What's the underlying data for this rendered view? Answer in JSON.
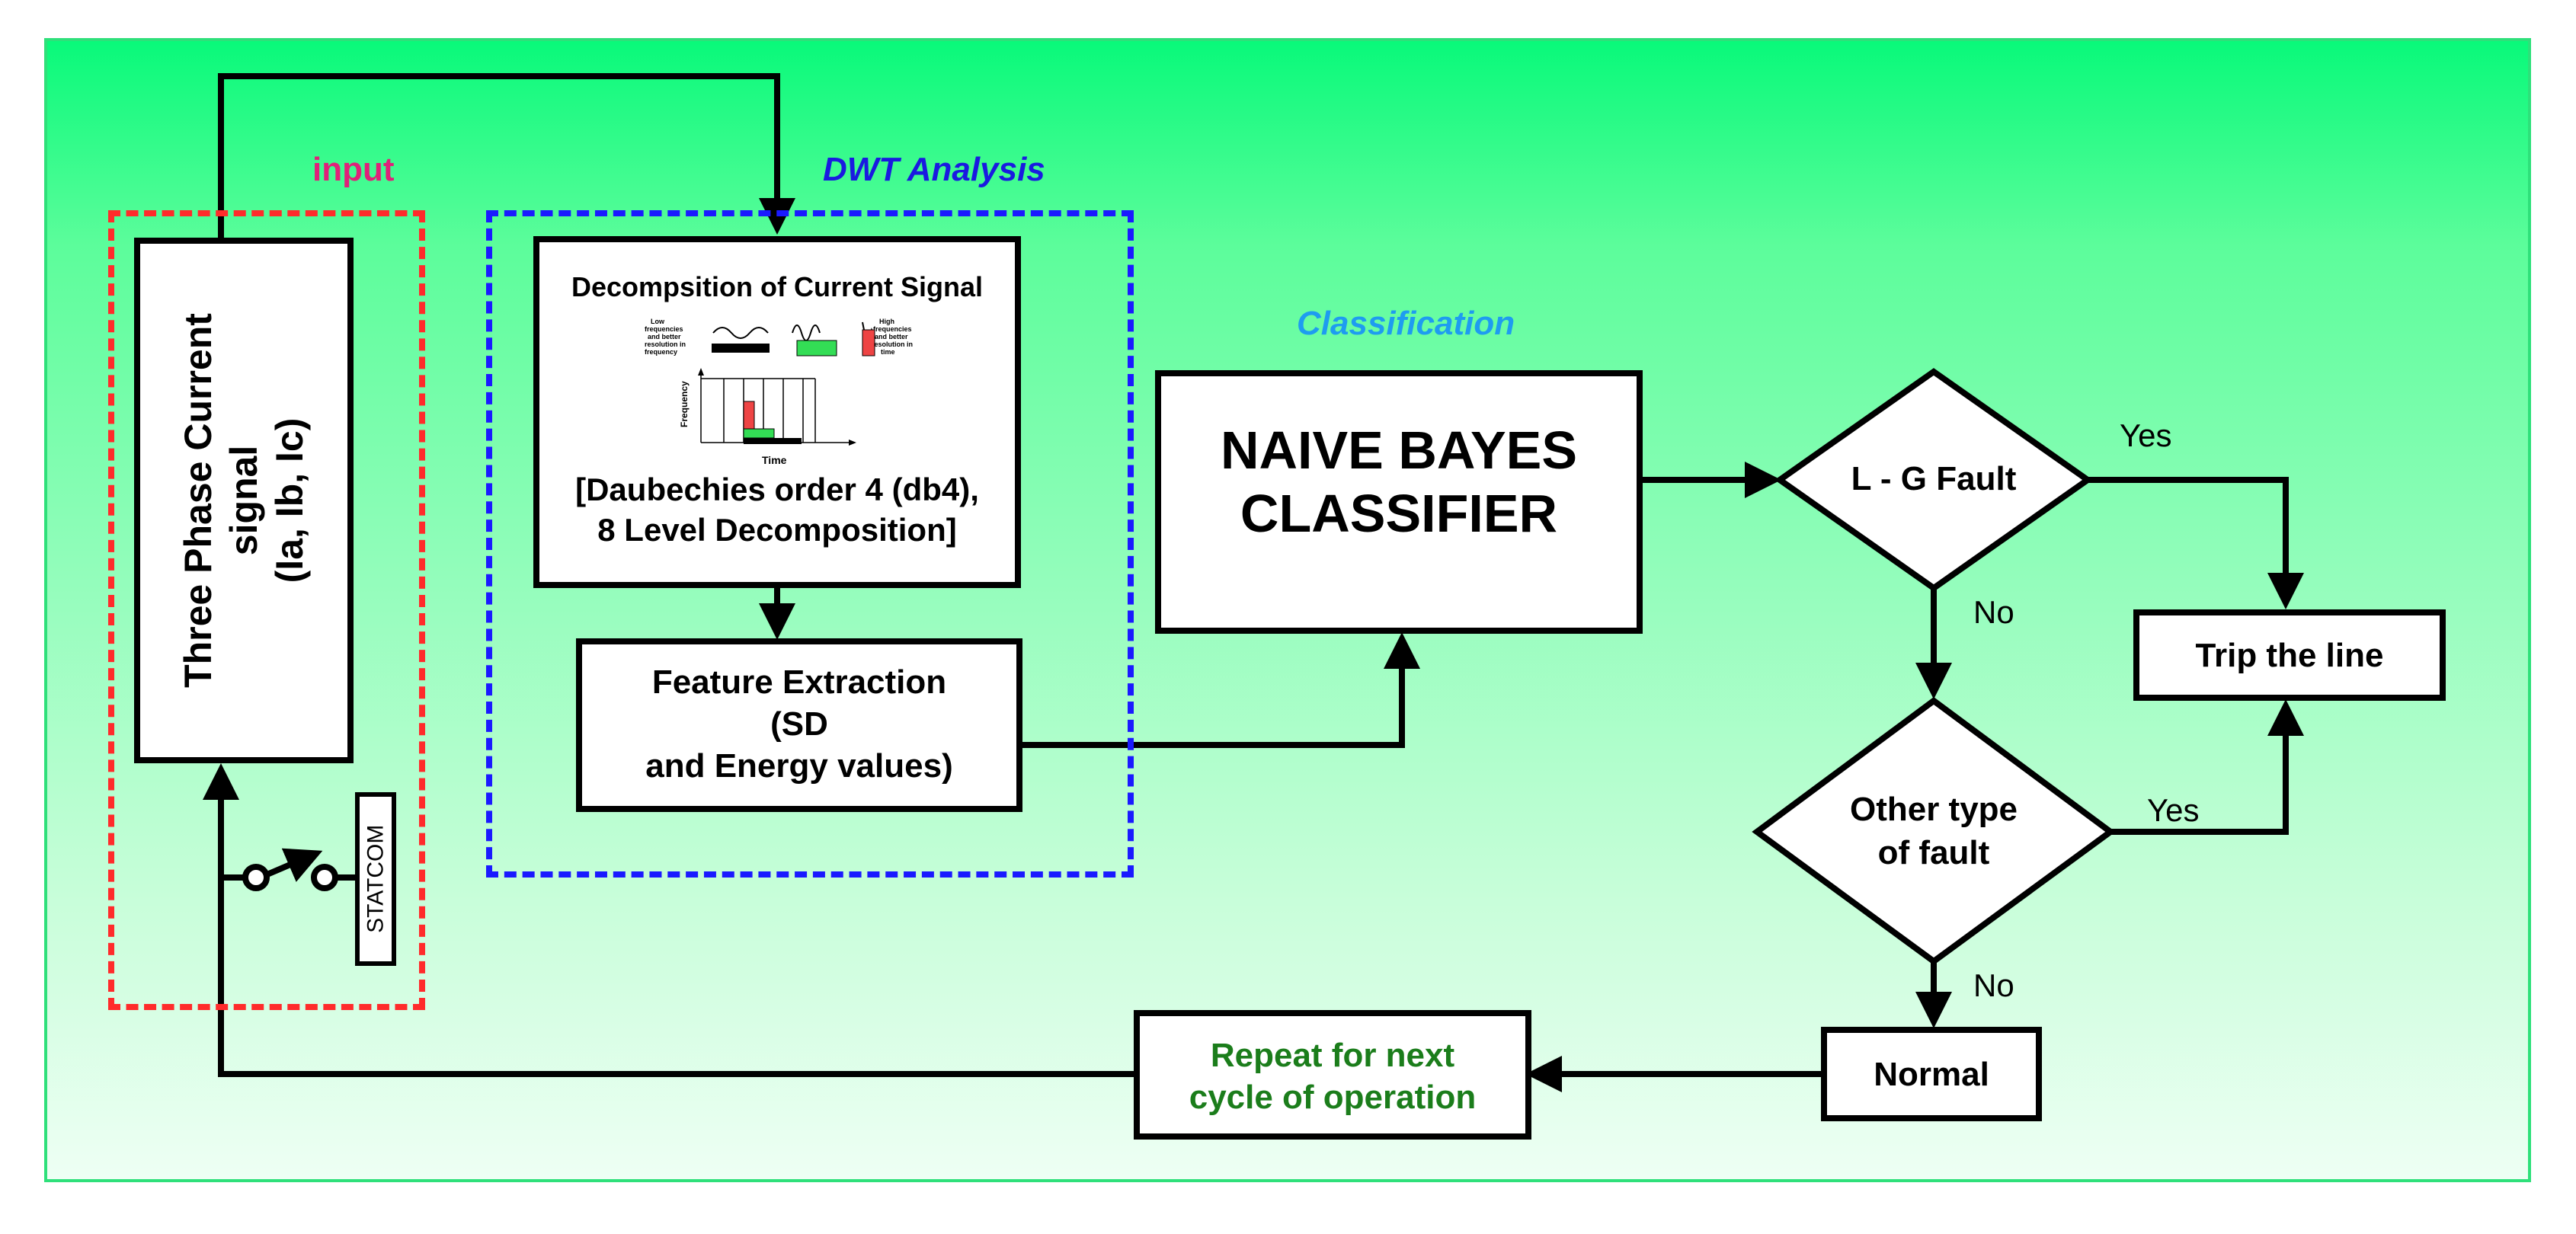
{
  "labels": {
    "input": "input",
    "dwt": "DWT Analysis",
    "classification": "Classification"
  },
  "nodes": {
    "three_phase": [
      "Three Phase Current",
      "signal",
      "(Ia, Ib, Ic)"
    ],
    "decomp_title": "Decompsition of Current Signal",
    "decomp_params": [
      "[Daubechies order 4 (db4),",
      "8 Level Decomposition]"
    ],
    "feature": [
      "Feature Extraction",
      "(SD",
      "and Energy values)"
    ],
    "classifier": [
      "NAIVE BAYES",
      "CLASSIFIER"
    ],
    "lg_fault": "L - G Fault",
    "other_fault": [
      "Other type",
      "of fault"
    ],
    "trip": "Trip the line",
    "normal": "Normal",
    "repeat": [
      "Repeat for next",
      "cycle of operation"
    ],
    "statcom": "STATCOM"
  },
  "edges": {
    "yes1": "Yes",
    "no1": "No",
    "yes2": "Yes",
    "no2": "No"
  },
  "thumbnail": {
    "low_text": [
      "Low",
      "frequencies",
      "and better",
      "resolution in",
      "frequency"
    ],
    "high_text": [
      "High",
      "frequencies",
      "and better",
      "resolution in",
      "time"
    ],
    "y_axis": "Frequency",
    "x_axis": "Time"
  },
  "colors": {
    "background_top": "#09f97a",
    "background_bottom": "#eefff4",
    "input_border": "#ff2b2b",
    "input_label": "#e0207a",
    "dwt_border": "#1a1aff",
    "dwt_label": "#1a1ae0",
    "classification_label": "#1e9cf0",
    "repeat_text": "#1b7d1b"
  }
}
